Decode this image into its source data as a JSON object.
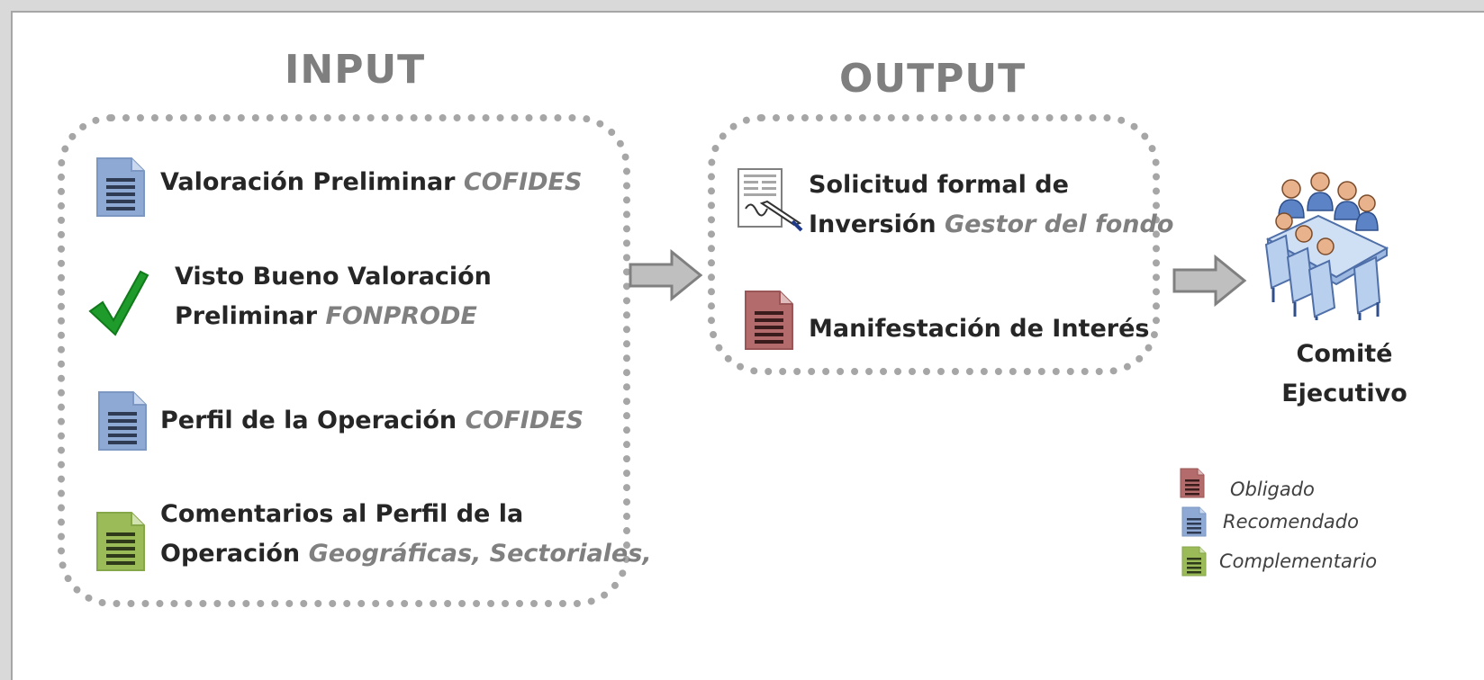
{
  "input": {
    "title": "INPUT",
    "items": [
      {
        "icon": "blue-document-icon",
        "label": "Valoración Preliminar",
        "source": "COFIDES"
      },
      {
        "icon": "green-checkmark-icon",
        "line1": "Visto Bueno Valoración",
        "line2": "Preliminar",
        "source": "FONPRODE"
      },
      {
        "icon": "blue-document-icon",
        "label": "Perfil de la Operación",
        "source": "COFIDES"
      },
      {
        "icon": "green-document-icon",
        "line1": "Comentarios al Perfil de la",
        "line2": "Operación",
        "source": "Geográficas, Sectoriales,"
      }
    ]
  },
  "output": {
    "title": "OUTPUT",
    "items": [
      {
        "icon": "signed-form-icon",
        "line1": "Solicitud formal de",
        "line2": "Inversión",
        "source": "Gestor del fondo"
      },
      {
        "icon": "red-document-icon",
        "label": "Manifestación de Interés"
      }
    ]
  },
  "committee": {
    "icon": "meeting-people-icon",
    "line1": "Comité",
    "line2": "Ejecutivo"
  },
  "legend": [
    {
      "icon": "red-document-icon",
      "label": "Obligado",
      "color": "#b46b6b"
    },
    {
      "icon": "blue-document-icon",
      "label": "Recomendado",
      "color": "#8eaad4"
    },
    {
      "icon": "green-document-icon",
      "label": "Complementario",
      "color": "#9bbb59"
    }
  ],
  "colors": {
    "heading": "#7f7f7f",
    "dotted_border": "#a6a6a6",
    "arrow": "#a6a6a6",
    "source_text": "#808080"
  }
}
